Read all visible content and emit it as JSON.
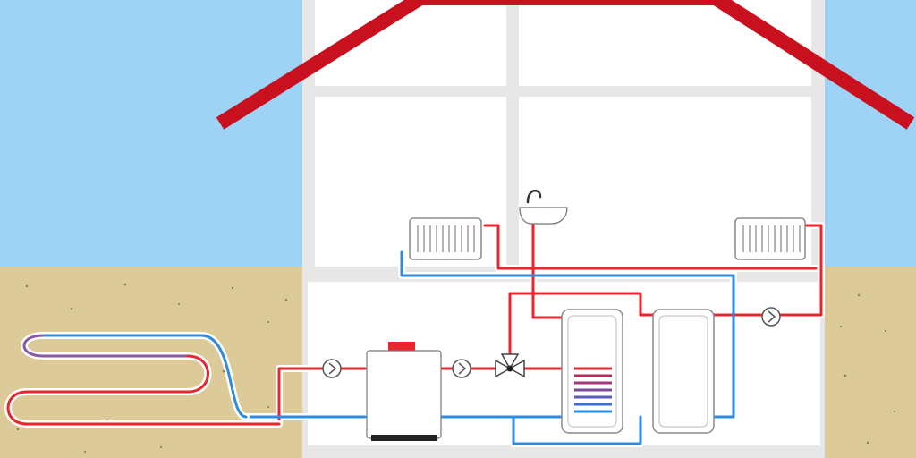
{
  "scene": {
    "title": "",
    "labels": []
  },
  "colors": {
    "sky": "#9fd3f5",
    "ground": "#dccb98",
    "roof": "#c8101e",
    "house_wall": "#e7e7e7",
    "room": "#ffffff",
    "hot_pipe": "#e8262b",
    "cold_pipe": "#2f8be0",
    "mixed_pipe": "#8a5aa8",
    "pipe_outline": "#ffffff",
    "device_stroke": "#555555"
  },
  "components": [
    {
      "id": "ground-loop",
      "icon": "ground-heat-exchanger"
    },
    {
      "id": "heat-pump",
      "icon": "heat-pump-unit"
    },
    {
      "id": "circulation-pump",
      "icon": "pump-icon"
    },
    {
      "id": "mixing-valve",
      "icon": "three-way-valve-icon"
    },
    {
      "id": "hot-water-tank",
      "icon": "tank-with-coil"
    },
    {
      "id": "buffer-tank",
      "icon": "tank"
    },
    {
      "id": "radiator",
      "icon": "radiator-icon"
    },
    {
      "id": "sink-tap",
      "icon": "faucet-icon"
    }
  ]
}
